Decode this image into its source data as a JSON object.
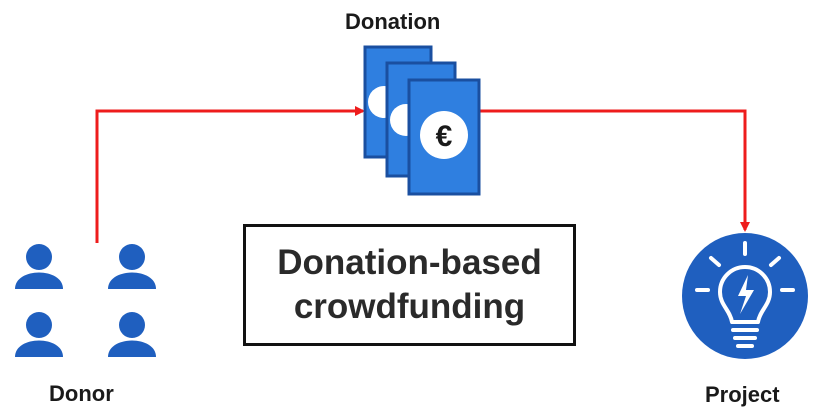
{
  "labels": {
    "donation": "Donation",
    "donor": "Donor",
    "project": "Project"
  },
  "title": {
    "line1": "Donation-based",
    "line2": "crowdfunding"
  },
  "currency_symbol": "€",
  "colors": {
    "arrow": "#ee1c1c",
    "accent_blue": "#1f5fbf",
    "banknote_blue": "#2f7fe0",
    "text": "#1a1a1a",
    "box_border": "#111111"
  },
  "icons": [
    "person-icon",
    "banknote-icon",
    "lightbulb-icon"
  ]
}
